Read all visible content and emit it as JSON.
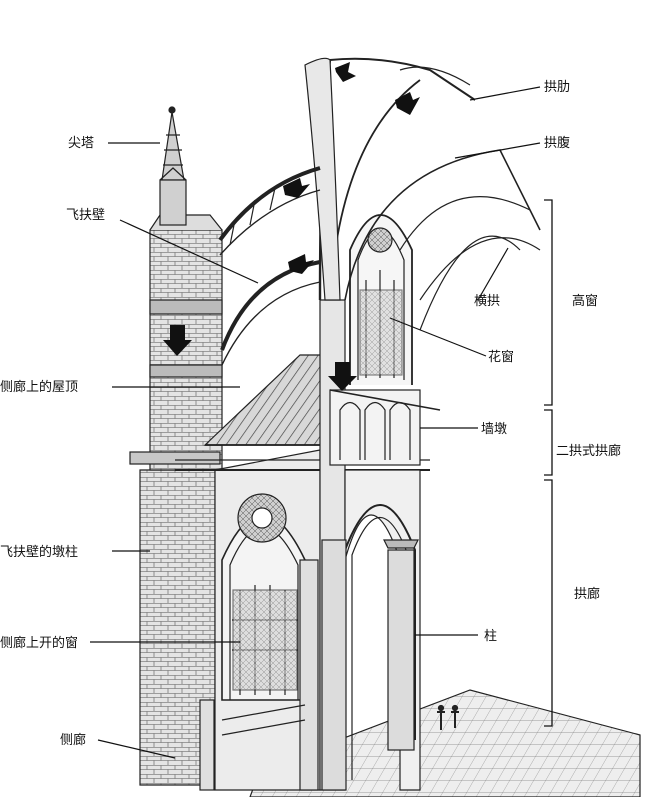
{
  "labels": {
    "rib": "拱肋",
    "web": "拱腹",
    "spire": "尖塔",
    "flying_buttress": "飞扶壁",
    "transverse_arch": "横拱",
    "clerestory": "高窗",
    "tracery": "花窗",
    "aisle_roof": "侧廊上的屋顶",
    "wall_pier": "墙墩",
    "triforium": "二拱式拱廊",
    "buttress_pier": "飞扶壁的墩柱",
    "arcade": "拱廊",
    "aisle_window": "侧廊上开的窗",
    "column": "柱",
    "aisle": "侧廊"
  }
}
